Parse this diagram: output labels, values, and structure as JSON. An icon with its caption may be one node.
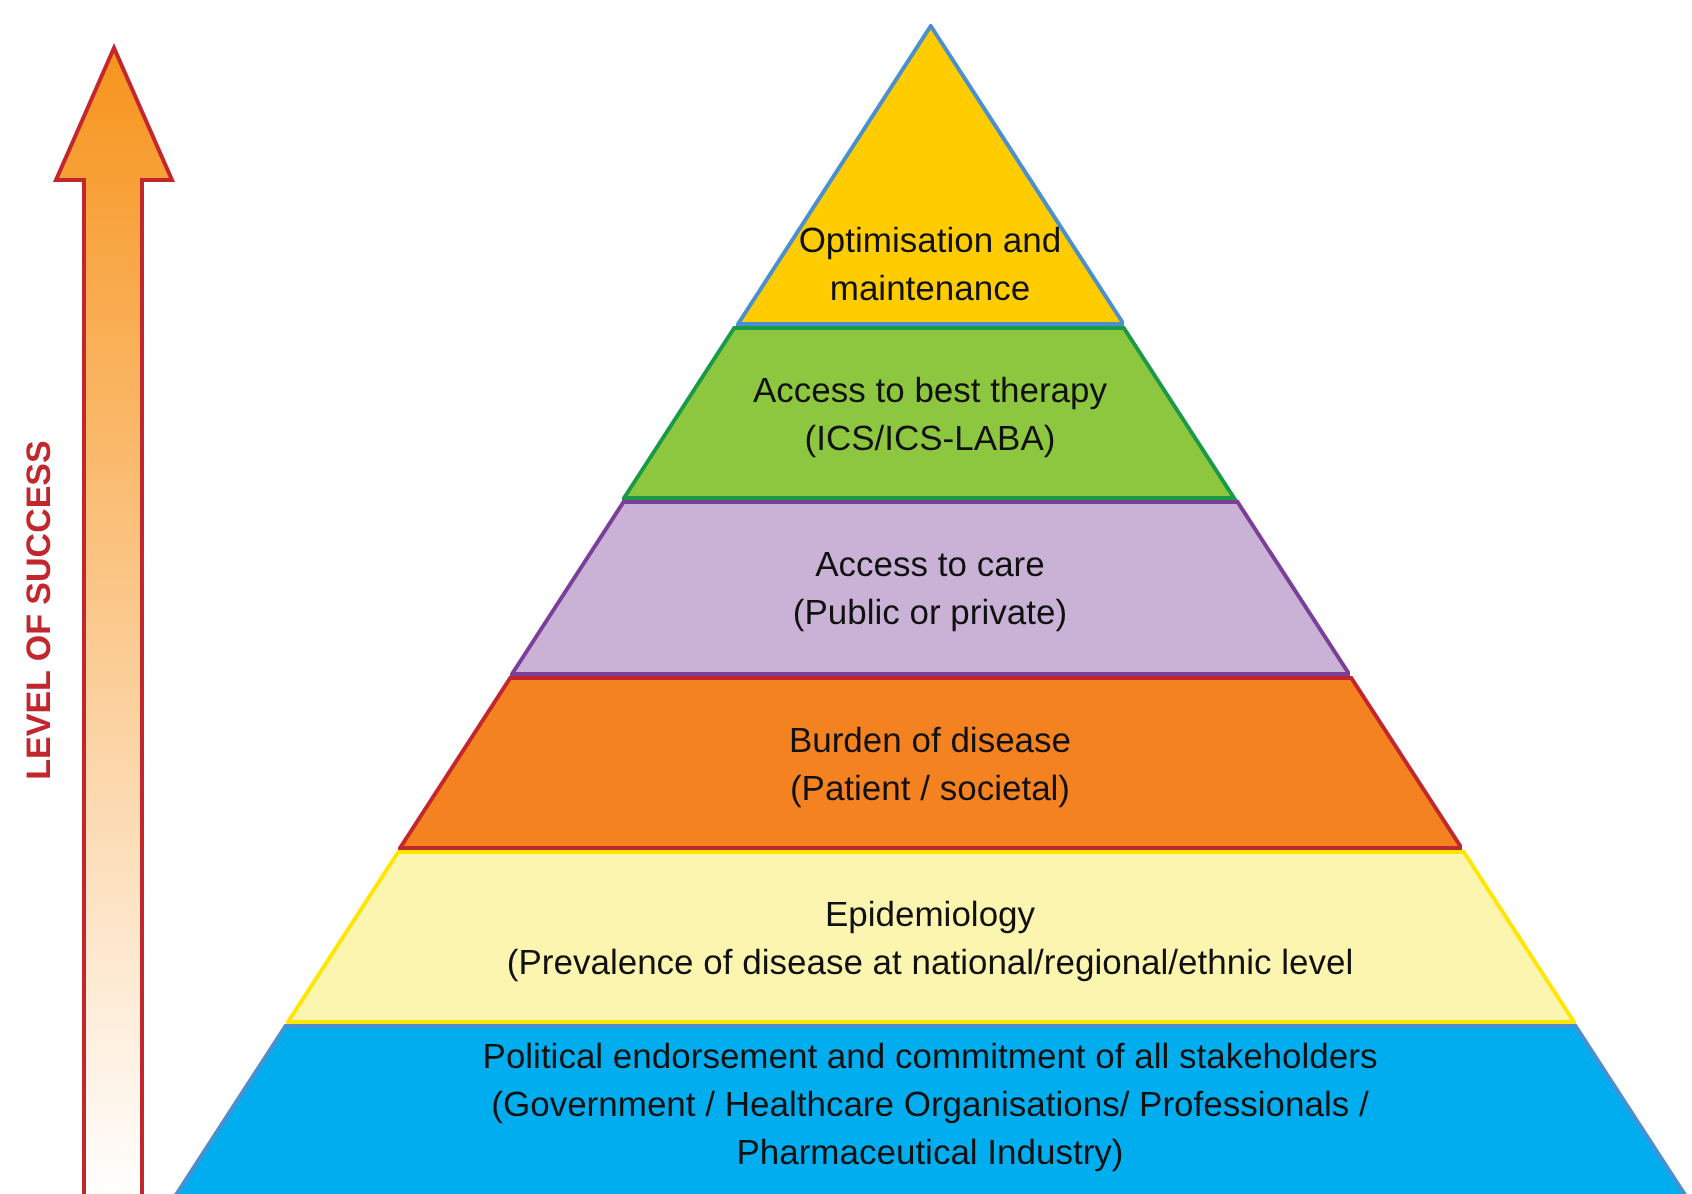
{
  "diagram": {
    "nodes": [
      {
        "text": [
          "Optimisation and maintenance"
        ]
      },
      {
        "text": [
          "Access to best therapy",
          "(ICS/ICS-LABA)"
        ]
      },
      {
        "text": [
          "Access to care",
          "(Public or private)"
        ]
      },
      {
        "text": [
          "Burden of disease",
          "(Patient / societal)"
        ]
      },
      {
        "text": [
          "Epidemiology",
          "(Prevalence of disease at national/regional/ethnic level"
        ]
      },
      {
        "text": [
          "Political endorsement and commitment of all stakeholders",
          "(Government / Healthcare Organisations/ Professionals / Pharmaceutical Industry)"
        ]
      }
    ],
    "edges": [],
    "labels": [
      "LEVEL OF SUCCESS"
    ]
  }
}
